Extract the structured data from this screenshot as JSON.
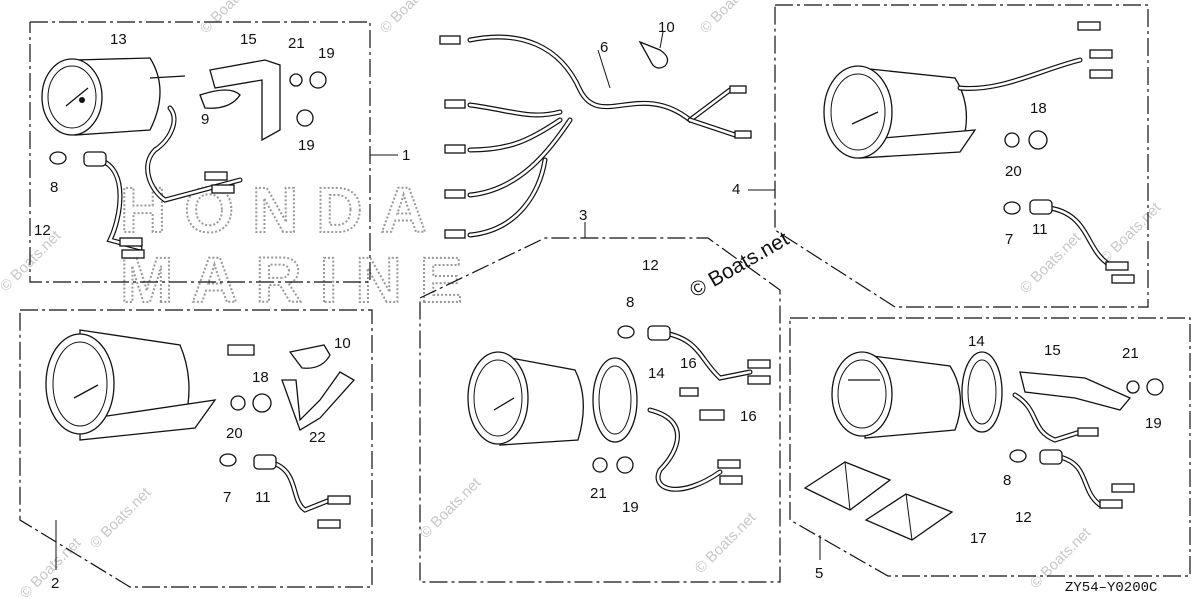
{
  "diagram": {
    "figure_code": "ZY54–Y0200C",
    "copyright_credit": "© Boats.net",
    "watermark_text": "© Boats.net",
    "brand_watermark": {
      "line1": "HONDA",
      "line2": "MARINE"
    },
    "callouts": {
      "box1": {
        "main": "1",
        "parts": [
          "13",
          "15",
          "21",
          "19",
          "9",
          "19",
          "8",
          "12"
        ]
      },
      "harness": {
        "parts": [
          "6",
          "10"
        ]
      },
      "box4": {
        "main": "4",
        "parts": [
          "18",
          "20",
          "7",
          "11"
        ]
      },
      "box2": {
        "main": "2",
        "parts": [
          "10",
          "18",
          "20",
          "22",
          "7",
          "11"
        ]
      },
      "box3": {
        "main": "3",
        "parts": [
          "12",
          "8",
          "14",
          "16",
          "16",
          "21",
          "19"
        ]
      },
      "box5": {
        "main": "5",
        "parts": [
          "14",
          "15",
          "21",
          "19",
          "8",
          "12",
          "17"
        ]
      }
    }
  }
}
